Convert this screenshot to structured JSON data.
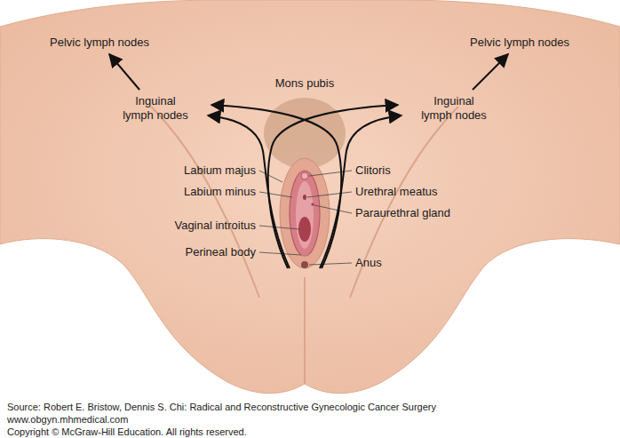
{
  "diagram": {
    "nodes": [
      {
        "text": [
          "Pelvic lymph nodes"
        ]
      },
      {
        "text": [
          "Pelvic lymph nodes"
        ]
      },
      {
        "text": [
          "Inguinal lymph nodes"
        ]
      },
      {
        "text": [
          "Inguinal lymph nodes"
        ]
      }
    ],
    "edges": [
      {
        "from": 2,
        "to": 0,
        "arrow": "to"
      },
      {
        "from": 3,
        "to": 1,
        "arrow": "to"
      }
    ],
    "labels": [
      "Mons pubis",
      "Labium majus",
      "Labium minus",
      "Vaginal introitus",
      "Perineal body",
      "Clitoris",
      "Urethral meatus",
      "Paraurethral gland",
      "Anus",
      "Source: Robert E. Bristow, Dennis S. Chi: Radical and Reconstructive Gynecologic Cancer Surgery",
      "www.obgyn.mhmedical.com",
      "Copyright © McGraw-Hill Education. All rights reserved."
    ]
  }
}
